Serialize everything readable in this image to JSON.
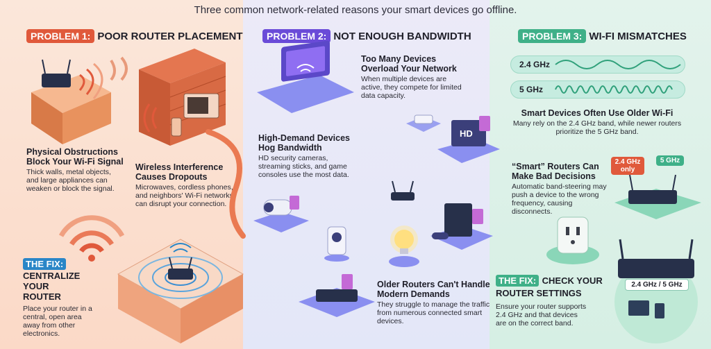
{
  "subtitle": "Three common network-related reasons your smart devices go offline.",
  "problem1": {
    "tag": "PROBLEM 1:",
    "title": "POOR ROUTER PLACEMENT",
    "obstructions": {
      "heading": "Physical Obstructions Block Your Wi-Fi Signal",
      "text": "Thick walls, metal objects, and large appliances can weaken or block the signal."
    },
    "interference": {
      "heading": "Wireless Interference Causes Dropouts",
      "text": "Microwaves, cordless phones, and neighbors' Wi-Fi networks can disrupt your connection."
    },
    "fix": {
      "label": "THE FIX:",
      "heading": "CENTRALIZE YOUR ROUTER",
      "text": "Place your router in a central, open area away from other electronics."
    }
  },
  "problem2": {
    "tag": "PROBLEM 2:",
    "title": "NOT ENOUGH BANDWIDTH",
    "overload": {
      "heading": "Too Many Devices Overload Your Network",
      "text": "When multiple devices are active, they compete for limited data capacity."
    },
    "highdemand": {
      "heading": "High-Demand Devices Hog Bandwidth",
      "text": "HD security cameras, streaming sticks, and game consoles use the most data."
    },
    "older": {
      "heading": "Older Routers Can't Handle Modern Demands",
      "text": "They struggle to manage the traffic from numerous connected smart devices."
    },
    "hd_label": "HD"
  },
  "problem3": {
    "tag": "PROBLEM 3:",
    "title": "WI-FI MISMATCHES",
    "band24": "2.4 GHz",
    "band5": "5 GHz",
    "olderwifi": {
      "heading": "Smart Devices Often Use Older Wi-Fi",
      "text": "Many rely on the 2.4 GHz band, while newer routers prioritize the 5 GHz band."
    },
    "smart": {
      "heading": "“Smart” Routers Can Make Bad Decisions",
      "text": "Automatic band-steering may push a device to the wrong frequency, causing disconnects."
    },
    "chip24": "2.4 GHz only",
    "chip5": "5 GHz",
    "dual": "2.4 GHz / 5 GHz",
    "fix": {
      "label": "THE FIX:",
      "heading": "CHECK YOUR ROUTER SETTINGS",
      "text": "Ensure your router supports 2.4 GHz and that devices are on the correct band."
    }
  },
  "colors": {
    "p1": "#e0593b",
    "p2": "#6a4bd8",
    "p3": "#3fb088",
    "fix": "#2a86c7"
  }
}
